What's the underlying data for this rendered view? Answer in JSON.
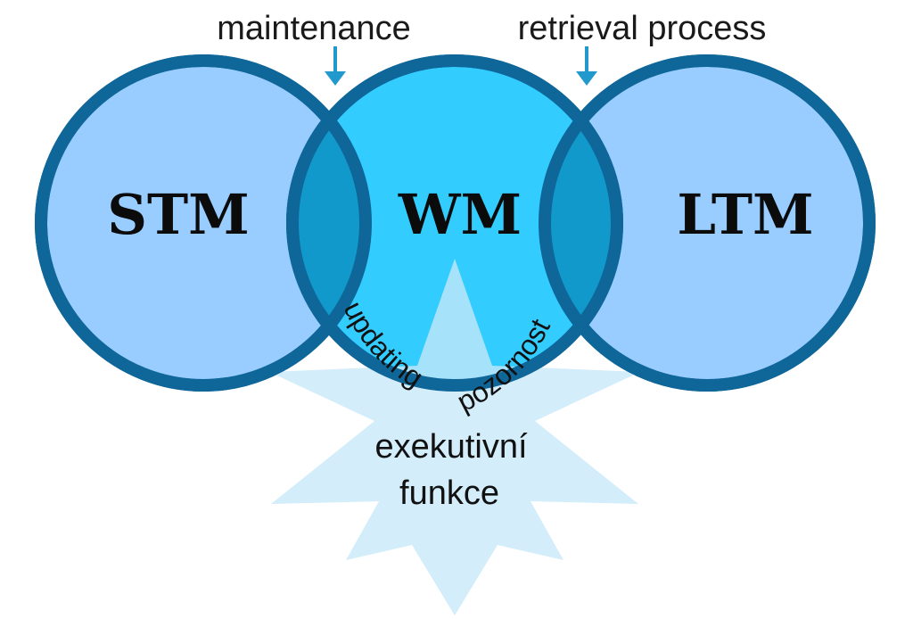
{
  "labels": {
    "maintenance": "maintenance",
    "retrieval": "retrieval process",
    "stm": "STM",
    "wm": "WM",
    "ltm": "LTM",
    "updating": "updating",
    "pozornost": "pozornost",
    "exec_line1": "exekutivní",
    "exec_line2": "funkce"
  },
  "colors": {
    "outer_circle_fill": "#99ccff",
    "center_circle_fill": "#33ccff",
    "overlap_fill": "#1199cc",
    "stroke": "#0f6699",
    "star_fill": "#c6e8f9",
    "arrow": "#2299cc"
  }
}
